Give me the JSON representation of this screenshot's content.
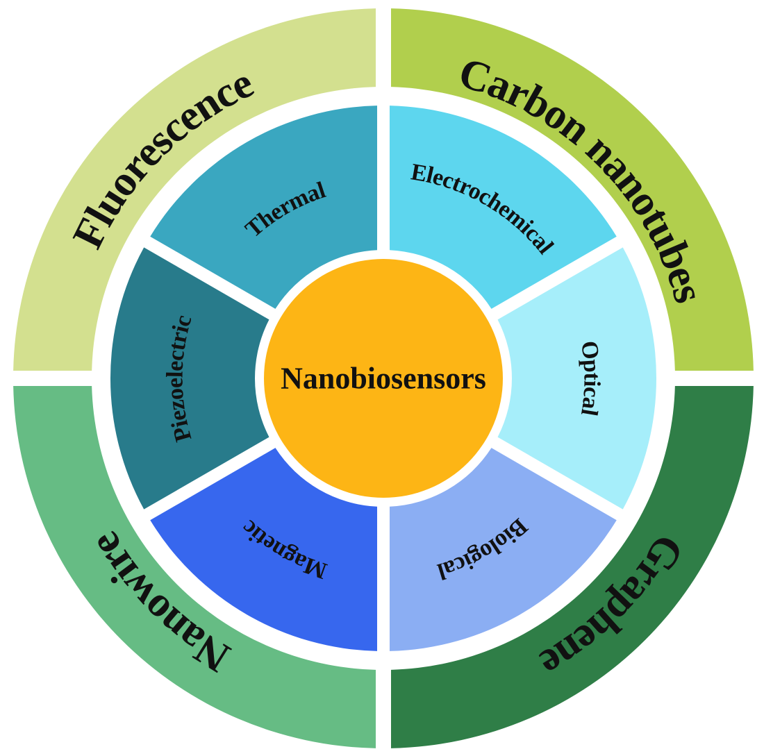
{
  "center": {
    "label": "Nanobiosensors",
    "color": "#FDB515"
  },
  "outer_ring": [
    {
      "id": "fluorescence",
      "label": "Fluorescence",
      "color": "#D3E08F"
    },
    {
      "id": "carbon-nanotubes",
      "label": "Carbon nanotubes",
      "color": "#B1CF4D"
    },
    {
      "id": "graphene",
      "label": "Graphene",
      "color": "#2F7E47"
    },
    {
      "id": "nanowire",
      "label": "Nanowire",
      "color": "#66BC84"
    }
  ],
  "inner_ring": [
    {
      "id": "thermal",
      "label": "Thermal",
      "color": "#3AA7C0"
    },
    {
      "id": "electrochemical",
      "label": "Electrochemical",
      "color": "#5DD6EE"
    },
    {
      "id": "optical",
      "label": "Optical",
      "color": "#A6EEFA"
    },
    {
      "id": "biological",
      "label": "Biological",
      "color": "#8BAEF3"
    },
    {
      "id": "magnetic",
      "label": "Magnetic",
      "color": "#3767EE"
    },
    {
      "id": "piezoelectric",
      "label": "Piezoelectric",
      "color": "#287B8B"
    }
  ]
}
